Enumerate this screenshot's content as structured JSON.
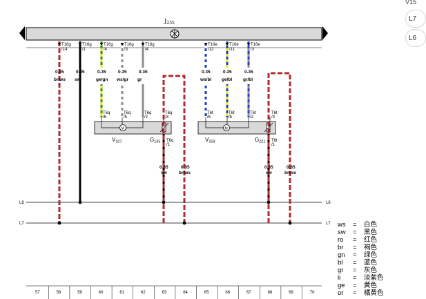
{
  "side_panel": {
    "label_top": "V15",
    "tab_1": "L7",
    "tab_2": "L6"
  },
  "control_unit": {
    "label": "J",
    "sub": "255"
  },
  "connectors": [
    {
      "conn": "T16g",
      "pin": "/14",
      "size": "0.35",
      "color": "br/ws"
    },
    {
      "conn": "T16g",
      "pin": "/1",
      "size": "0.35",
      "color": "sw"
    },
    {
      "conn": "T16g",
      "pin": "/4",
      "size": "0.35",
      "color": "ge/gn"
    },
    {
      "conn": "T16g",
      "pin": "/3",
      "size": "0.35",
      "color": "ws/gr"
    },
    {
      "conn": "T16g",
      "pin": "/4",
      "size": "0.35",
      "color": "gr"
    },
    {
      "conn": "T16e",
      "pin": "/12",
      "size": "0.35",
      "color": "ws/bl"
    },
    {
      "conn": "T16e",
      "pin": "/11",
      "size": "0.35",
      "color": "ge/bl"
    },
    {
      "conn": "T16e",
      "pin": "/3",
      "size": "0.35",
      "color": "gr/bl"
    }
  ],
  "left_motor": {
    "pins": [
      "T6q\n/6",
      "T6q\n/5",
      "T6q\n/2",
      "T6q\n/3"
    ],
    "label": "V",
    "sub": "107",
    "sensor_label": "G",
    "sensor_sub": "135",
    "ground_conn": "T6q\n/1",
    "ground_size": "0.35",
    "ground_color": "sw"
  },
  "right_motor": {
    "pins": [
      "T6t\n/6",
      "T6t\n/5",
      "T6t\n/2",
      "T6t\n/3"
    ],
    "label": "V",
    "sub": "159",
    "sensor_label": "G",
    "sensor_sub": "221",
    "ground_conn": "T6t\n/1",
    "ground_size": "0.35",
    "ground_color": "sw"
  },
  "drops": [
    {
      "size": "0.35",
      "color": "br/ws"
    },
    {
      "size": "0.35",
      "color": "br/ws"
    }
  ],
  "rails": [
    "L8",
    "L7"
  ],
  "grid_numbers": [
    "57",
    "58",
    "59",
    "60",
    "61",
    "62",
    "63",
    "64",
    "65",
    "66",
    "67",
    "68",
    "69",
    "70"
  ],
  "legend": [
    {
      "code": "ws",
      "eq": "=",
      "name": "白色"
    },
    {
      "code": "sw",
      "eq": "=",
      "name": "黑色"
    },
    {
      "code": "ro",
      "eq": "=",
      "name": "红色"
    },
    {
      "code": "br",
      "eq": "=",
      "name": "褐色"
    },
    {
      "code": "gn",
      "eq": "=",
      "name": "绿色"
    },
    {
      "code": "bl",
      "eq": "=",
      "name": "蓝色"
    },
    {
      "code": "gr",
      "eq": "=",
      "name": "灰色"
    },
    {
      "code": "li",
      "eq": "=",
      "name": "淡紫色"
    },
    {
      "code": "ge",
      "eq": "=",
      "name": "黄色"
    },
    {
      "code": "or",
      "eq": "=",
      "name": "橘黄色"
    }
  ],
  "wire_colors": {
    "brown_red": "#b22a2a",
    "black": "#000000",
    "yellow": "#f2e600",
    "green": "#2e8b2e",
    "gray": "#8c8c8c",
    "blue": "#1c3ccc",
    "white": "#ffffff",
    "bar_fill": "#d9d9d9"
  }
}
